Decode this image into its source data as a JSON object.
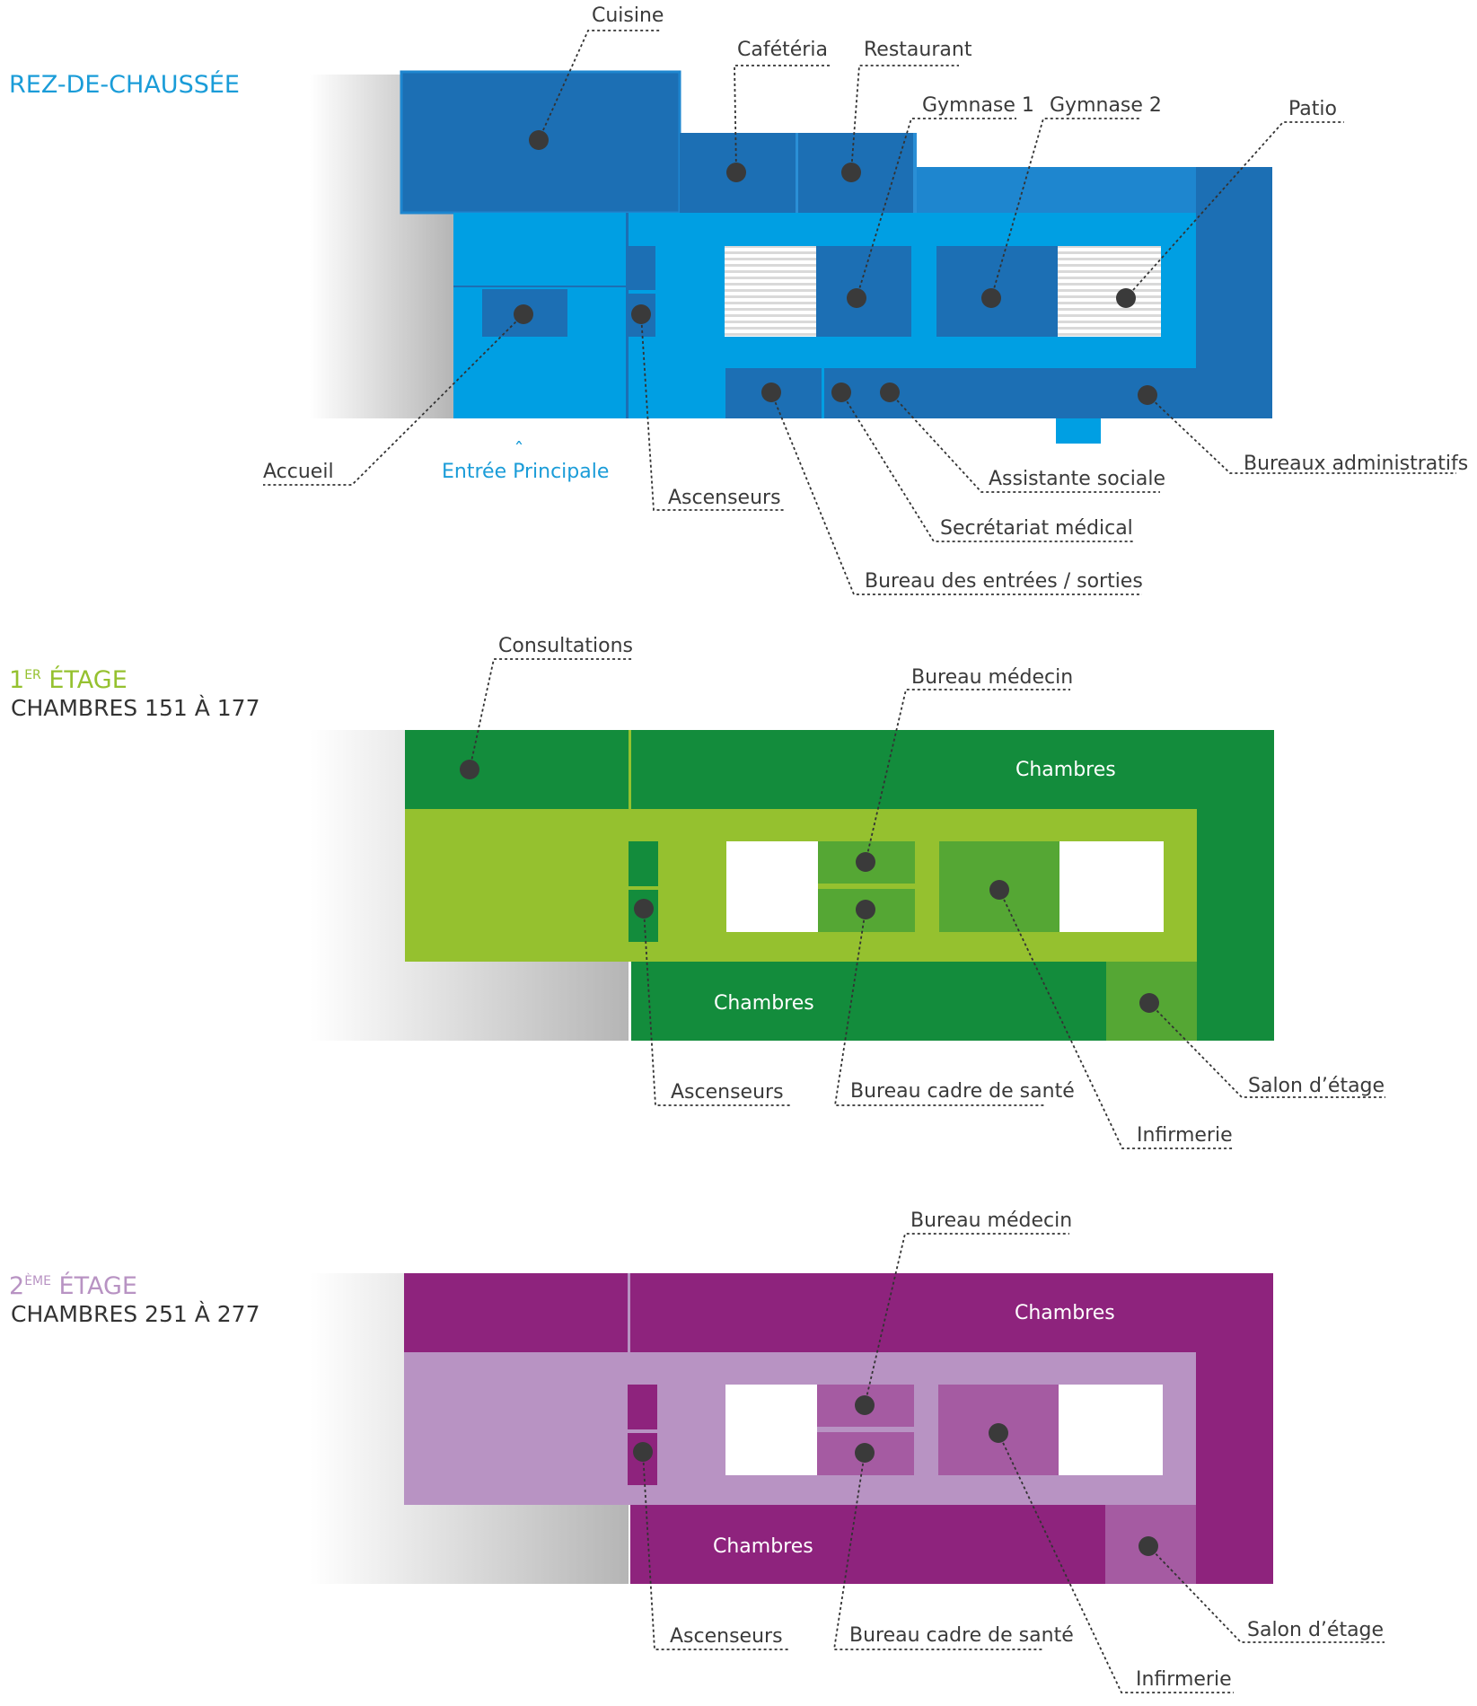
{
  "colors": {
    "blue_dark": "#1c6fb4",
    "blue_mid": "#1e86cf",
    "blue_light": "#009fe3",
    "green_dark": "#138c3c",
    "green_mid": "#55a734",
    "green_light": "#95c12f",
    "purple_dark": "#8e237d",
    "purple_mid": "#a55ba2",
    "purple_light": "#b893c3",
    "label_text": "#3a3a3a",
    "entry_text": "#1a9cd8"
  },
  "ground_floor": {
    "title": "REZ-DE-CHAUSSÉE",
    "labels": {
      "cuisine": "Cuisine",
      "cafeteria": "Cafétéria",
      "restaurant": "Restaurant",
      "gymnase1": "Gymnase 1",
      "gymnase2": "Gymnase 2",
      "patio": "Patio",
      "accueil": "Accueil",
      "entree_arrow": "ˆ",
      "entree": "Entrée Principale",
      "ascenseurs": "Ascenseurs",
      "assistante": "Assistante sociale",
      "bureaux_admin": "Bureaux administratifs",
      "secretariat": "Secrétariat médical",
      "bureau_entrees": "Bureau des entrées / sorties"
    }
  },
  "first_floor": {
    "title_num": "1",
    "title_sup": "ER",
    "title_word": " ÉTAGE",
    "subtitle": "CHAMBRES 151 À 177",
    "labels": {
      "consultations": "Consultations",
      "bureau_medecin": "Bureau médecin",
      "chambres_top": "Chambres",
      "chambres_bottom": "Chambres",
      "ascenseurs": "Ascenseurs",
      "bureau_cadre": "Bureau cadre de santé",
      "salon": "Salon d’étage",
      "infirmerie": "Infirmerie"
    }
  },
  "second_floor": {
    "title_num": "2",
    "title_sup": "ÈME",
    "title_word": " ÉTAGE",
    "subtitle": "CHAMBRES 251 À 277",
    "labels": {
      "bureau_medecin": "Bureau médecin",
      "chambres_top": "Chambres",
      "chambres_bottom": "Chambres",
      "ascenseurs": "Ascenseurs",
      "bureau_cadre": "Bureau cadre de santé",
      "salon": "Salon d’étage",
      "infirmerie": "Infirmerie"
    }
  }
}
